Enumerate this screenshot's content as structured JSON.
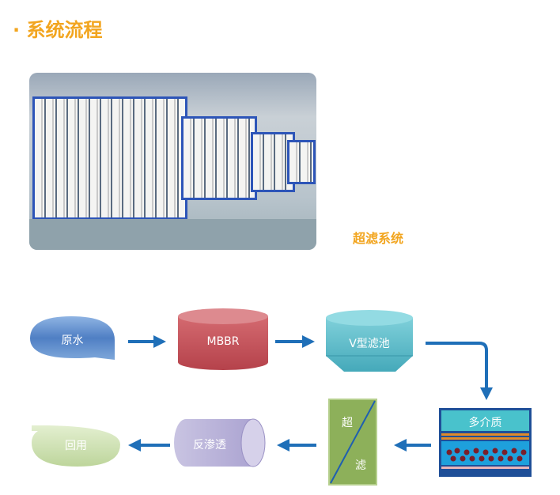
{
  "title": "· 系统流程",
  "photo_caption": "超滤系统",
  "flow": {
    "raw_water": "原水",
    "mbbr": "MBBR",
    "v_filter": "V型滤池",
    "multimedia": "多介质",
    "uf_top": "超",
    "uf_bottom": "滤",
    "ro": "反渗透",
    "reuse": "回用"
  },
  "colors": {
    "accent": "#f2a51f",
    "arrow": "#1f6fb8"
  }
}
